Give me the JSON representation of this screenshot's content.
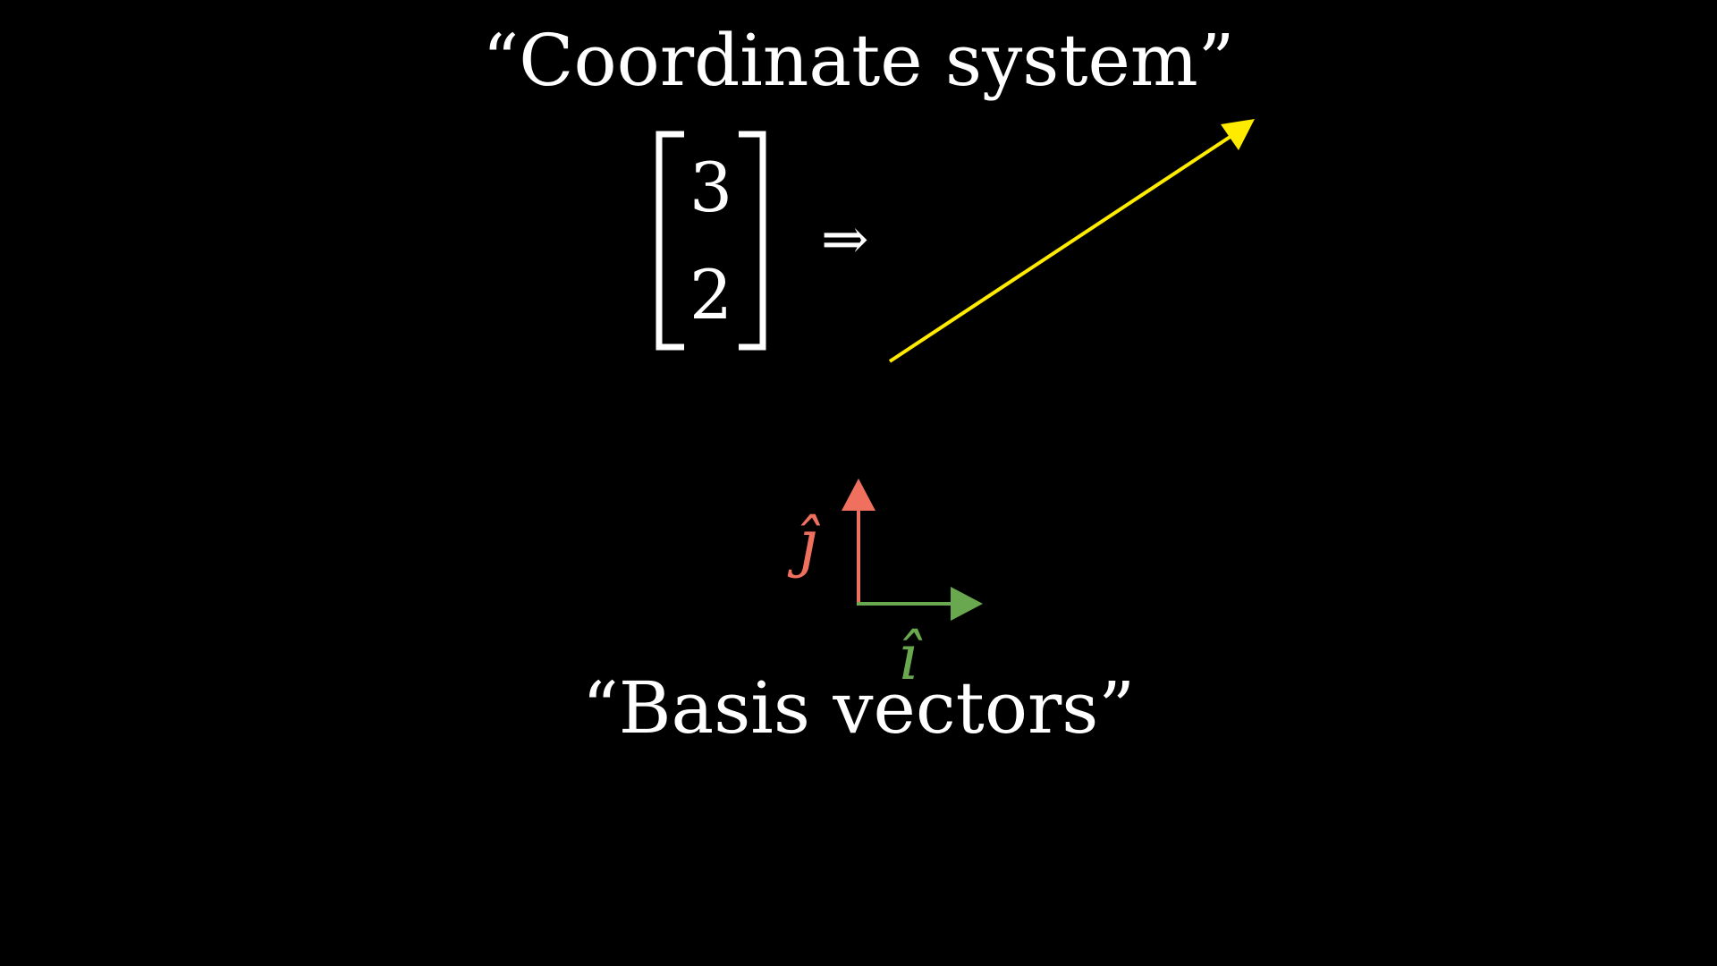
{
  "titles": {
    "coordinate_system": "“Coordinate system”",
    "basis_vectors": "“Basis vectors”"
  },
  "vector": {
    "x": "3",
    "y": "2"
  },
  "implies_symbol": "⇒",
  "basis_labels": {
    "i_hat": "î",
    "j_hat": "ĵ"
  },
  "colors": {
    "background": "#000000",
    "text": "#ffffff",
    "vector": "#ffeb00",
    "i_hat": "#6aa84f",
    "j_hat": "#f07060"
  }
}
